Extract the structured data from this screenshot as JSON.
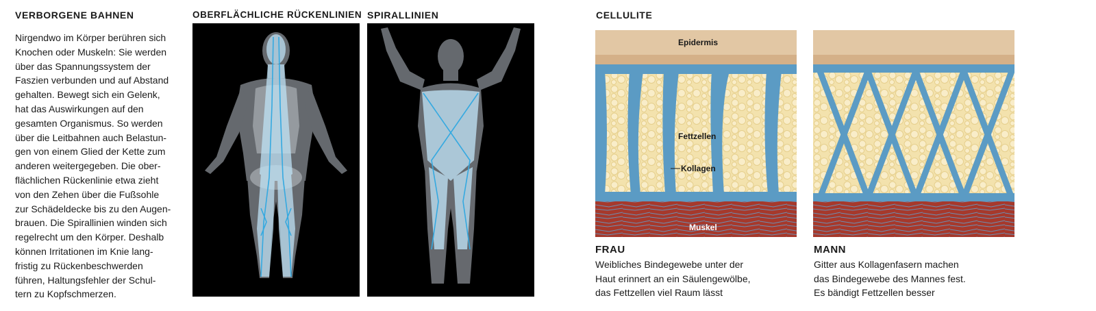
{
  "section_left": {
    "heading": "VERBORGENE BAHNEN",
    "body_lines": [
      "Nirgendwo im Körper berühren sich",
      "Knochen oder Muskeln: Sie werden",
      "über das Spannungssystem der",
      "Faszien verbunden und auf Abstand",
      "gehalten. Bewegt sich ein Gelenk,",
      "hat das Auswirkungen auf den",
      "gesamten Organismus. So werden",
      "über die Leitbahnen auch Belastun-",
      "gen von einem Glied der Kette zum",
      "anderen weitergegeben. Die ober-",
      "flächlichen Rückenlinie etwa zieht",
      "von den Zehen über die Fußsohle",
      "zur Schädeldecke bis zu den Augen-",
      "brauen. Die Spirallinien winden sich",
      "regelrecht um den Körper. Deshalb",
      "können Irritationen im Knie lang-",
      "fristig zu Rückenbeschwerden",
      "führen, Haltungsfehler der Schul-",
      "tern zu Kopfschmerzen."
    ]
  },
  "figure_back_line": {
    "heading": "OBERFLÄCHLICHE RÜCKENLINIEN"
  },
  "figure_spiral": {
    "heading": "SPIRALLINIEN"
  },
  "cellulite": {
    "heading": "CELLULITE",
    "labels": {
      "epidermis": "Epidermis",
      "fat_cells": "Fettzellen",
      "collagen": "Kollagen",
      "muscle": "Muskel"
    },
    "woman": {
      "title": "FRAU",
      "caption_lines": [
        "Weibliches Bindegewebe unter der",
        "Haut erinnert an ein Säulengewölbe,",
        "das Fettzellen viel Raum lässt"
      ]
    },
    "man": {
      "title": "MANN",
      "caption_lines": [
        "Gitter aus Kollagenfasern machen",
        "das Bindegewebe des Mannes fest.",
        "Es bändigt Fettzellen besser"
      ]
    }
  },
  "colors": {
    "panel_bg": "#000000",
    "fascia_line": "#66c8f0",
    "collagen": "#5b9bc4",
    "epidermis": "#e2c7a4",
    "fat": "#f6e7b6",
    "muscle": "#a6392c"
  }
}
